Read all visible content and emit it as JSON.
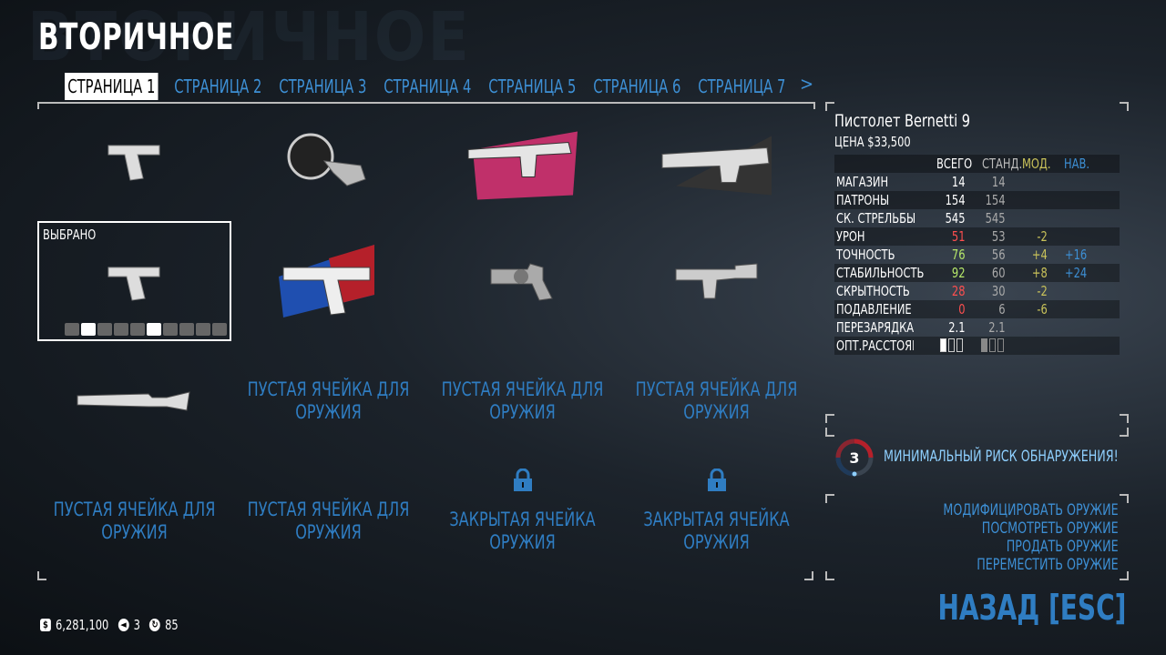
{
  "title": "ВТОРИЧНОЕ",
  "tabs": [
    {
      "label": "СТРАНИЦА 1",
      "active": true
    },
    {
      "label": "СТРАНИЦА 2"
    },
    {
      "label": "СТРАНИЦА 3"
    },
    {
      "label": "СТРАНИЦА 4"
    },
    {
      "label": "СТРАНИЦА 5"
    },
    {
      "label": "СТРАНИЦА 6"
    },
    {
      "label": "СТРАНИЦА 7"
    }
  ],
  "tab_next": ">",
  "slots": {
    "selected_label": "ВЫБРАНО",
    "empty_label": "ПУСТАЯ ЯЧЕЙКА ДЛЯ ОРУЖИЯ",
    "locked_label": "ЗАКРЫТАЯ ЯЧЕЙКА ОРУЖИЯ"
  },
  "weapon": {
    "name": "Пистолет Bernetti 9",
    "price": "ЦЕНА $33,500"
  },
  "stats": {
    "headers": {
      "total": "ВСЕГО",
      "std": "СТАНД.",
      "mod": "МОД.",
      "skill": "НАВ."
    },
    "rows": [
      {
        "label": "МАГАЗИН",
        "total": "14",
        "std": "14",
        "mod": "",
        "skill": ""
      },
      {
        "label": "ПАТРОНЫ",
        "total": "154",
        "std": "154",
        "mod": "",
        "skill": ""
      },
      {
        "label": "СК. СТРЕЛЬБЫ",
        "total": "545",
        "std": "545",
        "mod": "",
        "skill": ""
      },
      {
        "label": "УРОН",
        "total": "51",
        "std": "53",
        "mod": "-2",
        "skill": ""
      },
      {
        "label": "ТОЧНОСТЬ",
        "total": "76",
        "std": "56",
        "mod": "+4",
        "skill": "+16"
      },
      {
        "label": "СТАБИЛЬНОСТЬ",
        "total": "92",
        "std": "60",
        "mod": "+8",
        "skill": "+24"
      },
      {
        "label": "СКРЫТНОСТЬ",
        "total": "28",
        "std": "30",
        "mod": "-2",
        "skill": ""
      },
      {
        "label": "ПОДАВЛЕНИЕ",
        "total": "0",
        "std": "6",
        "mod": "-6",
        "skill": ""
      },
      {
        "label": "ПЕРЕЗАРЯДКА",
        "total": "2.1",
        "std": "2.1",
        "mod": "",
        "skill": ""
      },
      {
        "label": "ОПТ.РАССТОЯНИЕ",
        "total": "",
        "std": "",
        "mod": "",
        "skill": ""
      }
    ]
  },
  "detection": {
    "value": "3",
    "text": "МИНИМАЛЬНЫЙ РИСК ОБНАРУЖЕНИЯ!"
  },
  "actions": [
    "МОДИФИЦИРОВАТЬ ОРУЖИЕ",
    "ПОСМОТРЕТЬ ОРУЖИЕ",
    "ПРОДАТЬ ОРУЖИЕ",
    "ПЕРЕМЕСТИТЬ ОРУЖИЕ"
  ],
  "back": "НАЗАД [ESC]",
  "currency": {
    "money": "6,281,100",
    "coins": "3",
    "points": "85"
  }
}
